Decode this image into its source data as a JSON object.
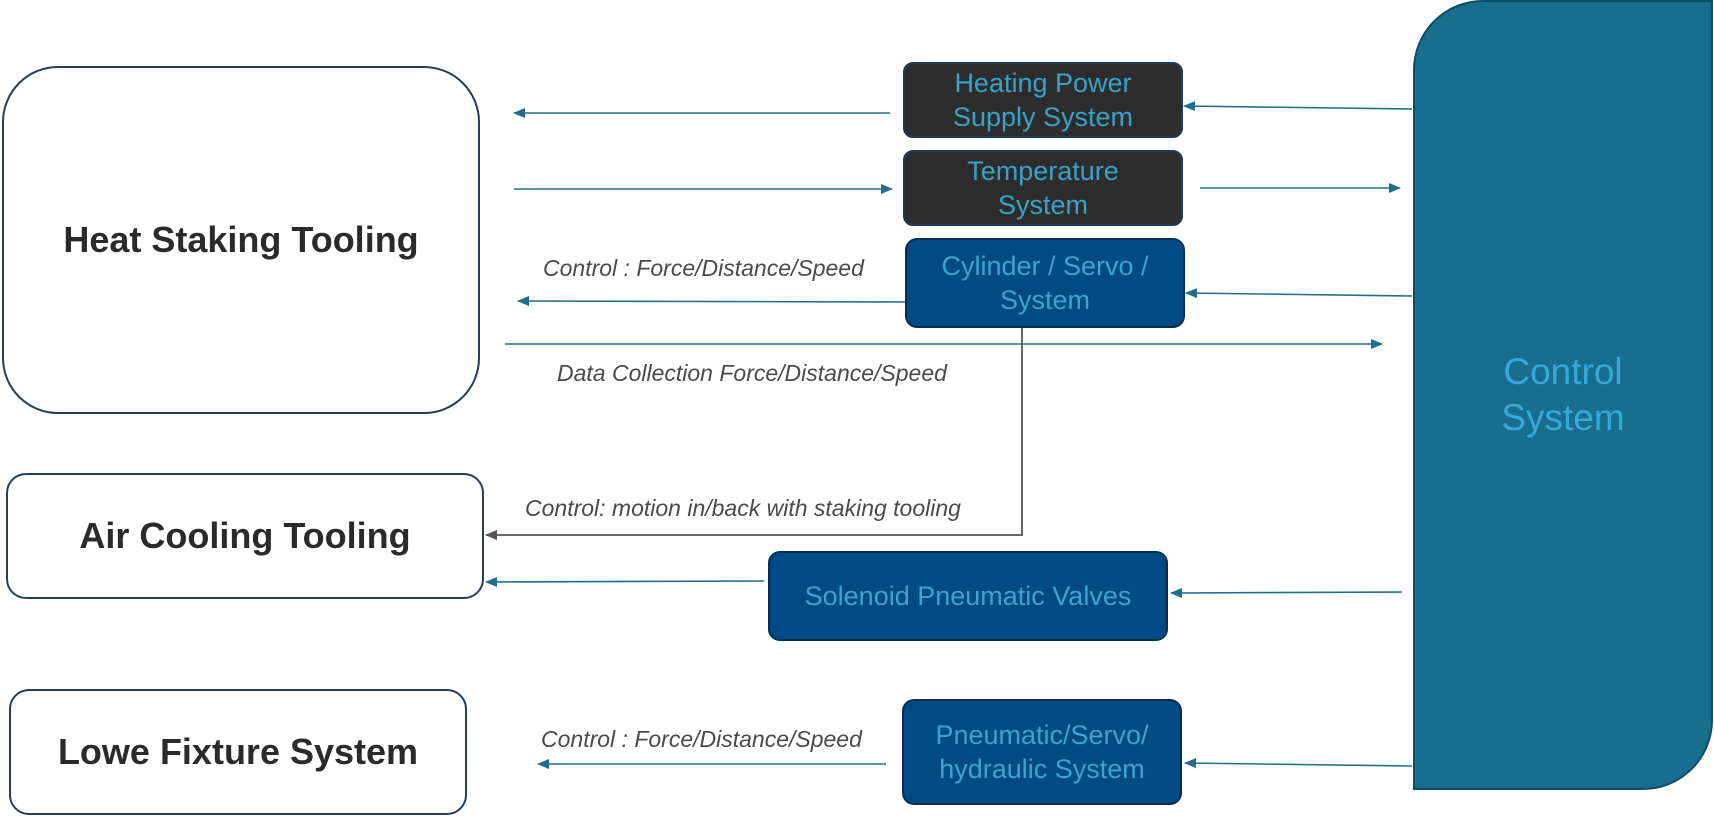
{
  "tooling": {
    "heat_staking": "Heat Staking Tooling",
    "air_cooling": "Air Cooling Tooling",
    "lowe_fixture": "Lowe Fixture System"
  },
  "subsystems": {
    "heating_power_line1": "Heating Power",
    "heating_power_line2": "Supply System",
    "temperature_line1": "Temperature",
    "temperature_line2": "System",
    "cylinder_line1": "Cylinder / Servo /",
    "cylinder_line2": "System",
    "solenoid": "Solenoid Pneumatic Valves",
    "pneumatic_line1": "Pneumatic/Servo/",
    "pneumatic_line2": "hydraulic System"
  },
  "control_system": {
    "line1": "Control",
    "line2": "System"
  },
  "labels": {
    "control_force_1": "Control : Force/Distance/Speed",
    "data_collection": "Data Collection Force/Distance/Speed",
    "control_motion": "Control: motion in/back with staking tooling",
    "control_force_2": "Control : Force/Distance/Speed"
  },
  "colors": {
    "arrow": "#1f6f8b",
    "arrow_gray": "#555555",
    "dark_box": "#2d2d2d",
    "blue_box": "#004a86",
    "control_system": "#176e8f",
    "subsystem_text": "#38a2c8"
  }
}
